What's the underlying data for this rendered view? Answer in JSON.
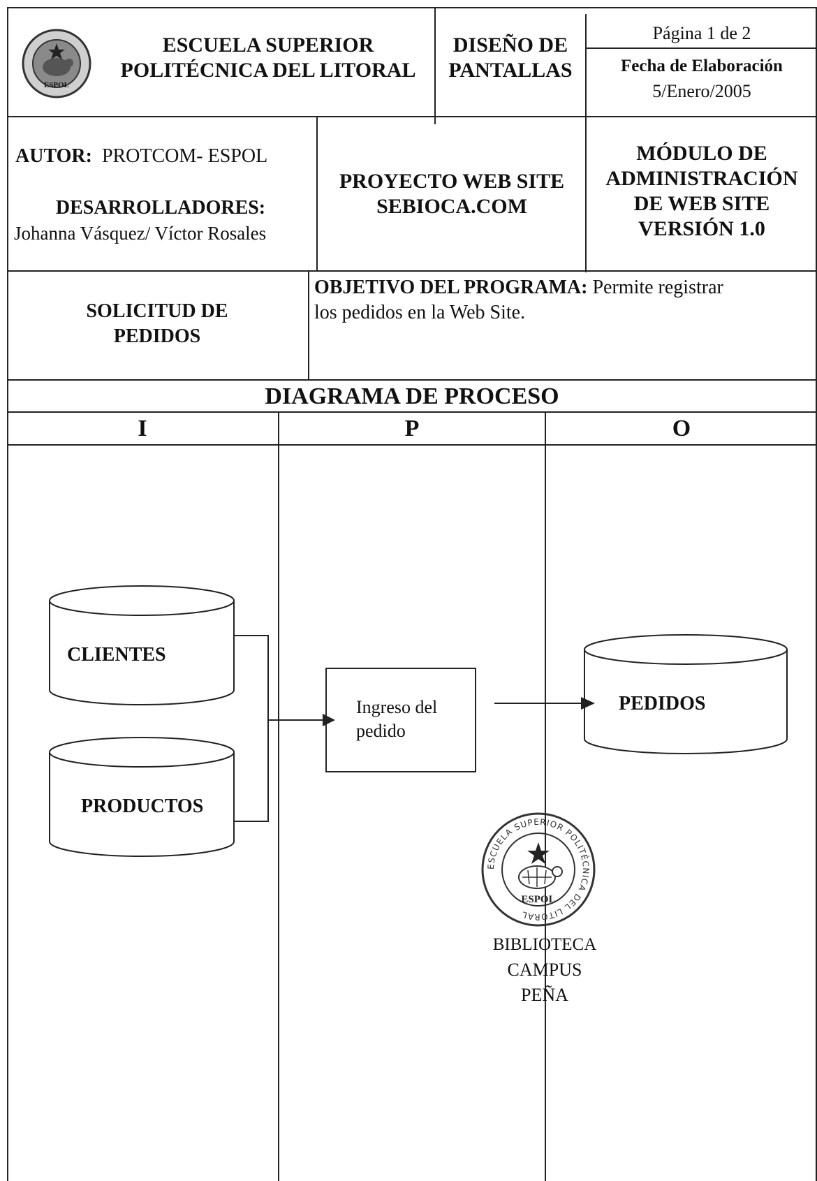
{
  "header": {
    "institution_line1": "ESCUELA SUPERIOR",
    "institution_line2": "POLITÉCNICA DEL LITORAL",
    "doc_type_line1": "DISEÑO DE",
    "doc_type_line2": "PANTALLAS",
    "page_text": "Página 1 de 2",
    "date_label": "Fecha de Elaboración",
    "date_value": "5/Enero/2005",
    "logo_text": "ESPOL"
  },
  "info": {
    "author_label": "AUTOR:",
    "author_value": "PROTCOM- ESPOL",
    "developers_label": "DESARROLLADORES:",
    "developers_value": "Johanna Vásquez/ Víctor Rosales",
    "project_line1": "PROYECTO WEB SITE",
    "project_line2": "SEBIOCA.COM",
    "module_line1": "MÓDULO DE",
    "module_line2": "ADMINISTRACIÓN",
    "module_line3": "DE  WEB SITE",
    "module_line4": "VERSIÓN 1.0"
  },
  "program": {
    "name_line1": "SOLICITUD DE",
    "name_line2": "PEDIDOS",
    "objective_label": "OBJETIVO  DEL  PROGRAMA:",
    "objective_text_part1": " Permite  registrar",
    "objective_text_part2": "los pedidos en la Web Site."
  },
  "diagram": {
    "title": "DIAGRAMA DE PROCESO",
    "columns": [
      "I",
      "P",
      "O"
    ],
    "inputs": [
      "CLIENTES",
      "PRODUCTOS"
    ],
    "process_line1": "Ingreso del",
    "process_line2": "pedido",
    "output": "PEDIDOS"
  },
  "stamp": {
    "ring_text": "ESCUELA SUPERIOR POLITÉCNICA DEL LITORAL",
    "logo_text": "ESPOL",
    "line1": "BIBLIOTECA",
    "line2": "CAMPUS",
    "line3": "PEÑA"
  }
}
